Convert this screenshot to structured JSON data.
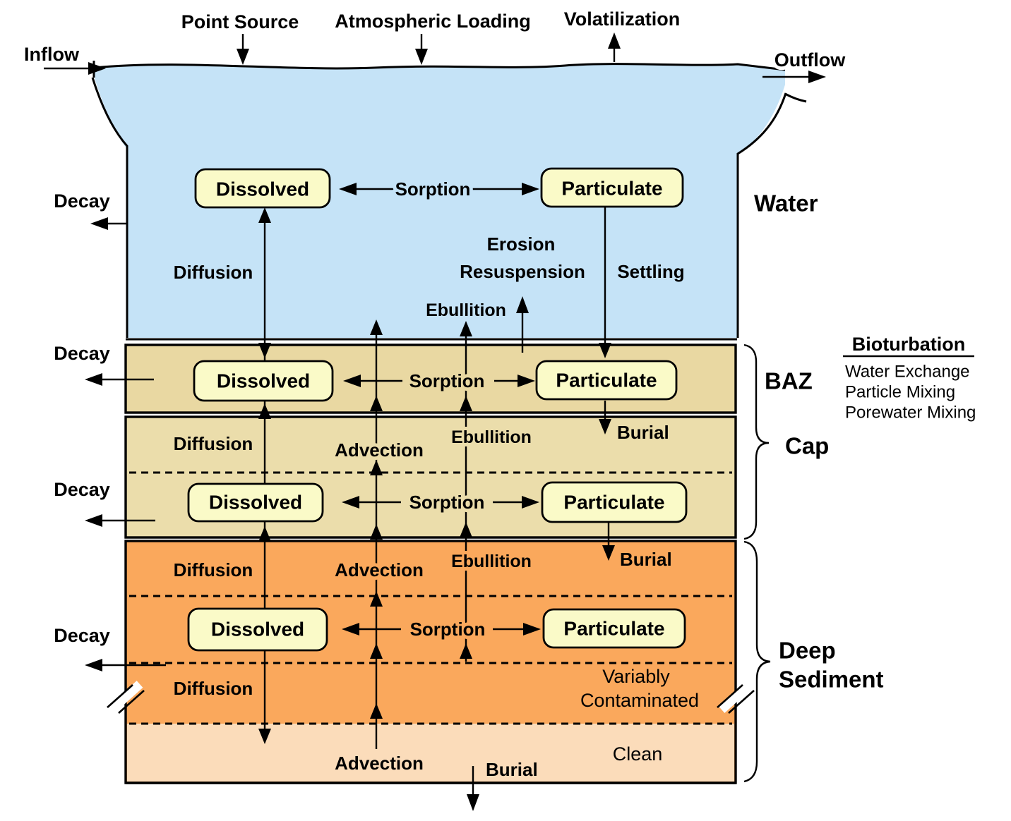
{
  "colors": {
    "water": "#c5e3f7",
    "baz": "#e9d8a2",
    "cap": "#ebddab",
    "deep_sediment": "#faa85c",
    "clean_sediment": "#fbdcba",
    "process_box": "#fafac8",
    "line": "#000000",
    "background": "#ffffff"
  },
  "top": {
    "inflow": "Inflow",
    "point_source": "Point Source",
    "atmospheric_loading": "Atmospheric Loading",
    "volatilization": "Volatilization",
    "outflow": "Outflow"
  },
  "water": {
    "title": "Water",
    "decay": "Decay",
    "dissolved": "Dissolved",
    "sorption": "Sorption",
    "particulate": "Particulate",
    "diffusion": "Diffusion",
    "erosion": "Erosion",
    "resuspension": "Resuspension",
    "settling": "Settling",
    "ebullition": "Ebullition"
  },
  "baz": {
    "title": "BAZ",
    "decay": "Decay",
    "dissolved": "Dissolved",
    "sorption": "Sorption",
    "particulate": "Particulate",
    "burial": "Burial"
  },
  "cap": {
    "title": "Cap",
    "decay": "Decay",
    "diffusion": "Diffusion",
    "advection": "Advection",
    "ebullition": "Ebullition",
    "burial": "Burial",
    "dissolved": "Dissolved",
    "sorption": "Sorption",
    "particulate": "Particulate"
  },
  "deep": {
    "title_line1": "Deep",
    "title_line2": "Sediment",
    "decay": "Decay",
    "diffusion": "Diffusion",
    "advection": "Advection",
    "ebullition": "Ebullition",
    "burial": "Burial",
    "dissolved": "Dissolved",
    "sorption": "Sorption",
    "particulate": "Particulate",
    "diffusion_lower": "Diffusion",
    "variably": "Variably",
    "contaminated": "Contaminated",
    "clean": "Clean",
    "advection_lower": "Advection",
    "burial_lower": "Burial"
  },
  "bioturbation": {
    "title": "Bioturbation",
    "items": [
      "Water Exchange",
      "Particle Mixing",
      "Porewater Mixing"
    ]
  }
}
